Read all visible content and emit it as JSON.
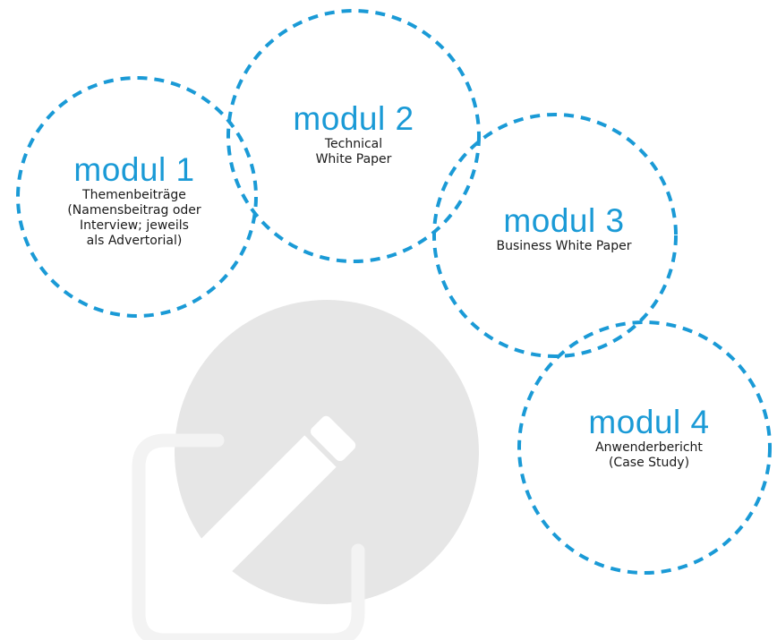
{
  "colors": {
    "accent": "#1a9ad6",
    "background_circle": "#e6e6e6",
    "icon_outline": "#f2f2f2",
    "text": "#1a1a1a"
  },
  "background_icon": "edit-pencil-icon",
  "modules": [
    {
      "title": "modul 1",
      "lines": [
        "Themenbeiträge",
        "(Namensbeitrag oder",
        "Interview; jeweils",
        "als Advertorial)"
      ]
    },
    {
      "title": "modul 2",
      "lines": [
        "Technical",
        "White Paper"
      ]
    },
    {
      "title": "modul 3",
      "lines": [
        "Business White Paper"
      ]
    },
    {
      "title": "modul 4",
      "lines": [
        "Anwenderbericht",
        "(Case Study)"
      ]
    }
  ]
}
